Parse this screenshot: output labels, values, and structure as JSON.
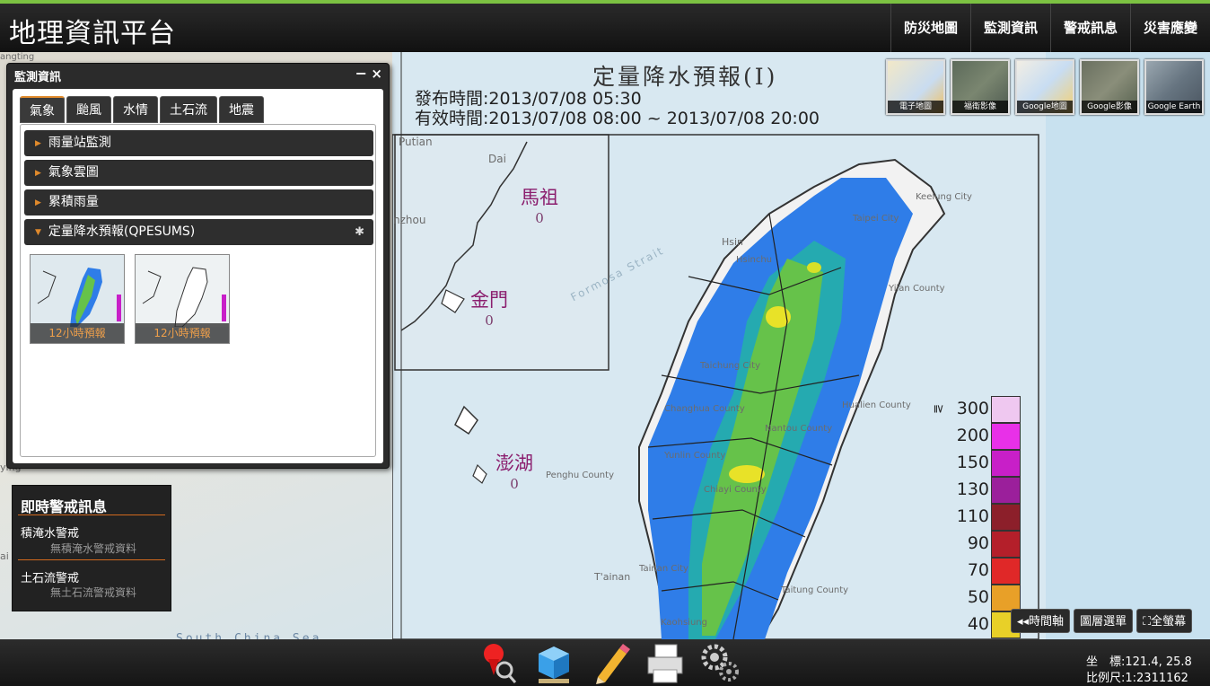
{
  "header": {
    "title": "地理資訊平台",
    "nav": [
      "防災地圖",
      "監測資訊",
      "警戒訊息",
      "災害應變"
    ]
  },
  "qpe": {
    "title": "定量降水預報(I)",
    "issue_time": "發布時間:2013/07/08 05:30",
    "valid_time": "有效時間:2013/07/08 08:00 ~ 2013/07/08 20:00",
    "islands": [
      {
        "name": "馬祖",
        "value": "0"
      },
      {
        "name": "金門",
        "value": "0"
      },
      {
        "name": "澎湖",
        "value": "0"
      }
    ],
    "legend_unit": "≧",
    "legend": [
      {
        "label": "300",
        "color": "#efc8f0"
      },
      {
        "label": "200",
        "color": "#e830e8"
      },
      {
        "label": "150",
        "color": "#c81fc8"
      },
      {
        "label": "130",
        "color": "#9b1f9b"
      },
      {
        "label": "110",
        "color": "#8c1f2a"
      },
      {
        "label": "90",
        "color": "#b41f2a"
      },
      {
        "label": "70",
        "color": "#e02828"
      },
      {
        "label": "50",
        "color": "#e8a028"
      },
      {
        "label": "40",
        "color": "#e8d028"
      }
    ]
  },
  "map_labels": {
    "putian": "Putian",
    "nzhou": "nzhou",
    "formosa_strait": "Formosa Strait",
    "south_china_sea": "South China Sea",
    "taipei": "Taipei City",
    "keelung": "Keelung City",
    "hsinchu": "Hsinchu",
    "yilan": "Yilan County",
    "taichung": "Taichung City",
    "changhua": "Changhua County",
    "nantou": "Nantou County",
    "hualien": "Hualien County",
    "yunlin": "Yunlin County",
    "chiayi": "Chiayi County",
    "penghu": "Penghu County",
    "tainan": "Tainan City",
    "taitung": "Taitung County",
    "kaohsiung": "Kaohsiung",
    "dai": "Dai",
    "angting": "angting",
    "ying": "ying",
    "ai": "ai",
    "hsin": "Hsin",
    "tainan_short": "T'ainan"
  },
  "basemaps": [
    "電子地圖",
    "福衛影像",
    "Google地圖",
    "Google影像",
    "Google Earth"
  ],
  "monitor_panel": {
    "title": "監測資訊",
    "min_label": "−",
    "close_label": "×",
    "tabs": [
      "氣象",
      "颱風",
      "水情",
      "土石流",
      "地震"
    ],
    "accordion": [
      "雨量站監測",
      "氣象雲圖",
      "累積雨量",
      "定量降水預報(QPESUMS)"
    ],
    "gear": "✱",
    "thumbnails": [
      "12小時預報",
      "12小時預報"
    ]
  },
  "alert_panel": {
    "title": "即時警戒訊息",
    "items": [
      {
        "head": "積淹水警戒",
        "text": "無積淹水警戒資料"
      },
      {
        "head": "土石流警戒",
        "text": "無土石流警戒資料"
      }
    ]
  },
  "map_tools": [
    "◂◂時間軸",
    "圖層選單",
    "⛶全螢幕"
  ],
  "footer": {
    "coords": "坐　標:121.4, 25.8",
    "scale": "比例尺:1:2311162"
  }
}
